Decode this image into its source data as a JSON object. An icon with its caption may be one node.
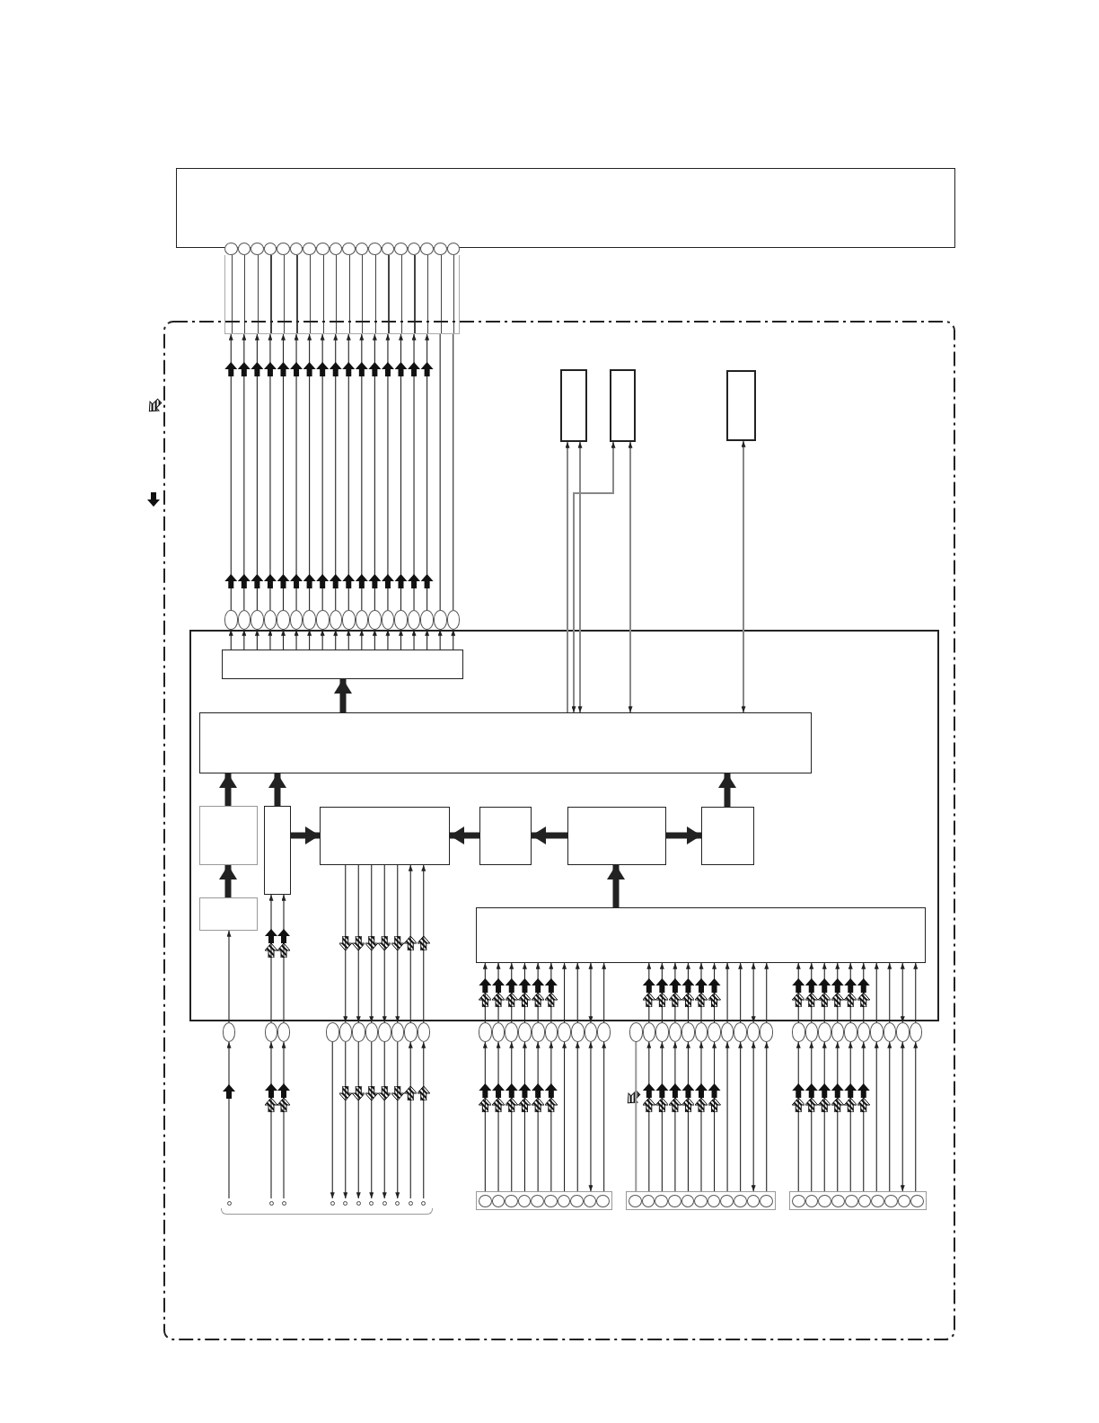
{
  "diagram": {
    "nodes": [
      {
        "text": [],
        "shape": "box"
      },
      {
        "text": [],
        "shape": "connector"
      },
      {
        "text": [],
        "shape": "frame"
      },
      {
        "text": [],
        "shape": "box",
        "in": 2
      },
      {
        "text": [],
        "shape": "box",
        "in": 2
      },
      {
        "text": [],
        "shape": "box",
        "in": 2
      },
      {
        "text": [],
        "shape": "connector",
        "in": 2
      },
      {
        "text": [],
        "shape": "box",
        "in": 2
      },
      {
        "text": [],
        "shape": "box",
        "in": 7
      },
      {
        "text": [],
        "shape": "box",
        "in": 7
      },
      {
        "text": [],
        "shape": "box",
        "in": 7
      },
      {
        "text": [],
        "shape": "box",
        "in": 7
      },
      {
        "text": [],
        "shape": "box",
        "in": 7
      },
      {
        "text": [],
        "shape": "box",
        "in": 7
      },
      {
        "text": [],
        "shape": "box",
        "in": 7
      },
      {
        "text": [],
        "shape": "box",
        "in": 7
      },
      {
        "text": [],
        "shape": "box",
        "in": 7
      },
      {
        "text": [],
        "shape": "box",
        "in": 7
      },
      {
        "text": [],
        "shape": "connector",
        "in": 2
      },
      {
        "text": [],
        "shape": "connector",
        "in": 2
      },
      {
        "text": [],
        "shape": "connector",
        "in": 2
      },
      {
        "text": [],
        "shape": "connector",
        "in": 2
      },
      {
        "text": [],
        "shape": "connector",
        "in": 2
      },
      {
        "text": [],
        "shape": "connector",
        "in": 2
      },
      {
        "text": [],
        "shape": "connector",
        "in": 2
      },
      {
        "text": [],
        "shape": "connector",
        "in": 2
      },
      {
        "text": [],
        "shape": "connector",
        "in": 2
      },
      {
        "text": [],
        "shape": "connector",
        "in": 2
      }
    ],
    "edges": [
      {
        "from": 6,
        "to": 1,
        "arrow": "to"
      },
      {
        "from": 6,
        "to": 1,
        "arrow": "to"
      },
      {
        "from": 6,
        "to": 1,
        "arrow": "to"
      },
      {
        "from": 6,
        "to": 1,
        "arrow": "to"
      },
      {
        "from": 6,
        "to": 1,
        "arrow": "to"
      },
      {
        "from": 6,
        "to": 1,
        "arrow": "to"
      },
      {
        "from": 6,
        "to": 1,
        "arrow": "to"
      },
      {
        "from": 6,
        "to": 1,
        "arrow": "to"
      },
      {
        "from": 6,
        "to": 1,
        "arrow": "to"
      },
      {
        "from": 6,
        "to": 1,
        "arrow": "to"
      },
      {
        "from": 6,
        "to": 1,
        "arrow": "to"
      },
      {
        "from": 6,
        "to": 1,
        "arrow": "to"
      },
      {
        "from": 6,
        "to": 1,
        "arrow": "to"
      },
      {
        "from": 6,
        "to": 1,
        "arrow": "to"
      },
      {
        "from": 6,
        "to": 1,
        "arrow": "to"
      },
      {
        "from": 6,
        "to": 1,
        "arrow": "to"
      },
      {
        "from": 1,
        "to": 6,
        "arrow": "none"
      },
      {
        "from": 1,
        "to": 6,
        "arrow": "none"
      },
      {
        "from": 8,
        "to": 6,
        "arrow": "to"
      },
      {
        "from": 8,
        "to": 6,
        "arrow": "to"
      },
      {
        "from": 8,
        "to": 6,
        "arrow": "to"
      },
      {
        "from": 8,
        "to": 6,
        "arrow": "to"
      },
      {
        "from": 8,
        "to": 6,
        "arrow": "to"
      },
      {
        "from": 8,
        "to": 6,
        "arrow": "to"
      },
      {
        "from": 8,
        "to": 6,
        "arrow": "to"
      },
      {
        "from": 8,
        "to": 6,
        "arrow": "to"
      },
      {
        "from": 8,
        "to": 6,
        "arrow": "to"
      },
      {
        "from": 8,
        "to": 6,
        "arrow": "to"
      },
      {
        "from": 8,
        "to": 6,
        "arrow": "to"
      },
      {
        "from": 8,
        "to": 6,
        "arrow": "to"
      },
      {
        "from": 8,
        "to": 6,
        "arrow": "to"
      },
      {
        "from": 8,
        "to": 6,
        "arrow": "to"
      },
      {
        "from": 8,
        "to": 6,
        "arrow": "to"
      },
      {
        "from": 8,
        "to": 6,
        "arrow": "to"
      },
      {
        "from": 8,
        "to": 6,
        "arrow": "to"
      },
      {
        "from": 8,
        "to": 6,
        "arrow": "to"
      },
      {
        "from": 9,
        "to": 3,
        "arrow": "to",
        "color": "#888888"
      },
      {
        "from": 9,
        "to": 3,
        "arrow": "both",
        "color": "#888888"
      },
      {
        "from": 9,
        "to": 4,
        "arrow": "both",
        "color": "#888888"
      },
      {
        "from": 9,
        "to": 4,
        "arrow": "both",
        "color": "#888888"
      },
      {
        "from": 9,
        "to": 5,
        "arrow": "both",
        "color": "#888888"
      },
      {
        "from": 9,
        "to": 8,
        "arrow": "to",
        "style": "thick"
      },
      {
        "from": 10,
        "to": 9,
        "arrow": "to",
        "style": "thick"
      },
      {
        "from": 11,
        "to": 9,
        "arrow": "to",
        "style": "thick"
      },
      {
        "from": 15,
        "to": 9,
        "arrow": "to",
        "style": "thick"
      },
      {
        "from": 16,
        "to": 10,
        "arrow": "to",
        "style": "thick"
      },
      {
        "from": 11,
        "to": 12,
        "arrow": "to",
        "style": "thick"
      },
      {
        "from": 13,
        "to": 12,
        "arrow": "to",
        "style": "thick"
      },
      {
        "from": 14,
        "to": 13,
        "arrow": "to",
        "style": "thick"
      },
      {
        "from": 14,
        "to": 15,
        "arrow": "to",
        "style": "thick"
      },
      {
        "from": 17,
        "to": 14,
        "arrow": "to",
        "style": "thick"
      },
      {
        "from": 18,
        "to": 16,
        "arrow": "to"
      },
      {
        "from": 24,
        "to": 18,
        "arrow": "to"
      },
      {
        "from": 19,
        "to": 11,
        "arrow": "to"
      },
      {
        "from": 19,
        "to": 11,
        "arrow": "to"
      },
      {
        "from": 24,
        "to": 19,
        "arrow": "to"
      },
      {
        "from": 24,
        "to": 19,
        "arrow": "to"
      },
      {
        "from": 12,
        "to": 20,
        "arrow": "to"
      },
      {
        "from": 12,
        "to": 20,
        "arrow": "to"
      },
      {
        "from": 12,
        "to": 20,
        "arrow": "to"
      },
      {
        "from": 12,
        "to": 20,
        "arrow": "to"
      },
      {
        "from": 12,
        "to": 20,
        "arrow": "to"
      },
      {
        "from": 20,
        "to": 12,
        "arrow": "to"
      },
      {
        "from": 20,
        "to": 12,
        "arrow": "to"
      },
      {
        "from": 20,
        "to": 24,
        "arrow": "to"
      },
      {
        "from": 20,
        "to": 24,
        "arrow": "to"
      },
      {
        "from": 20,
        "to": 24,
        "arrow": "to"
      },
      {
        "from": 20,
        "to": 24,
        "arrow": "to"
      },
      {
        "from": 20,
        "to": 24,
        "arrow": "to"
      },
      {
        "from": 20,
        "to": 24,
        "arrow": "to"
      },
      {
        "from": 24,
        "to": 20,
        "arrow": "to"
      },
      {
        "from": 24,
        "to": 20,
        "arrow": "to"
      },
      {
        "from": 21,
        "to": 17,
        "arrow": "to"
      },
      {
        "from": 21,
        "to": 17,
        "arrow": "to"
      },
      {
        "from": 21,
        "to": 17,
        "arrow": "to"
      },
      {
        "from": 21,
        "to": 17,
        "arrow": "to"
      },
      {
        "from": 21,
        "to": 17,
        "arrow": "to"
      },
      {
        "from": 21,
        "to": 17,
        "arrow": "to"
      },
      {
        "from": 21,
        "to": 17,
        "arrow": "to"
      },
      {
        "from": 21,
        "to": 17,
        "arrow": "to"
      },
      {
        "from": 21,
        "to": 17,
        "arrow": "both"
      },
      {
        "from": 21,
        "to": 17,
        "arrow": "to"
      },
      {
        "from": 25,
        "to": 21,
        "arrow": "to"
      },
      {
        "from": 25,
        "to": 21,
        "arrow": "to"
      },
      {
        "from": 25,
        "to": 21,
        "arrow": "to"
      },
      {
        "from": 25,
        "to": 21,
        "arrow": "to"
      },
      {
        "from": 25,
        "to": 21,
        "arrow": "to"
      },
      {
        "from": 25,
        "to": 21,
        "arrow": "to"
      },
      {
        "from": 25,
        "to": 21,
        "arrow": "to"
      },
      {
        "from": 25,
        "to": 21,
        "arrow": "to"
      },
      {
        "from": 25,
        "to": 21,
        "arrow": "both"
      },
      {
        "from": 25,
        "to": 21,
        "arrow": "to"
      },
      {
        "from": 22,
        "to": 17,
        "arrow": "to"
      },
      {
        "from": 22,
        "to": 17,
        "arrow": "to"
      },
      {
        "from": 22,
        "to": 17,
        "arrow": "to"
      },
      {
        "from": 22,
        "to": 17,
        "arrow": "to"
      },
      {
        "from": 22,
        "to": 17,
        "arrow": "to"
      },
      {
        "from": 22,
        "to": 17,
        "arrow": "to"
      },
      {
        "from": 22,
        "to": 17,
        "arrow": "to"
      },
      {
        "from": 22,
        "to": 17,
        "arrow": "to"
      },
      {
        "from": 22,
        "to": 17,
        "arrow": "both"
      },
      {
        "from": 22,
        "to": 17,
        "arrow": "to"
      },
      {
        "from": 22,
        "to": 26,
        "arrow": "none",
        "color": "#999999"
      },
      {
        "from": 26,
        "to": 22,
        "arrow": "to"
      },
      {
        "from": 26,
        "to": 22,
        "arrow": "to"
      },
      {
        "from": 26,
        "to": 22,
        "arrow": "to"
      },
      {
        "from": 26,
        "to": 22,
        "arrow": "to"
      },
      {
        "from": 26,
        "to": 22,
        "arrow": "to"
      },
      {
        "from": 26,
        "to": 22,
        "arrow": "to"
      },
      {
        "from": 26,
        "to": 22,
        "arrow": "to"
      },
      {
        "from": 26,
        "to": 22,
        "arrow": "to"
      },
      {
        "from": 26,
        "to": 22,
        "arrow": "both"
      },
      {
        "from": 26,
        "to": 22,
        "arrow": "to"
      },
      {
        "from": 23,
        "to": 17,
        "arrow": "to"
      },
      {
        "from": 23,
        "to": 17,
        "arrow": "to"
      },
      {
        "from": 23,
        "to": 17,
        "arrow": "to"
      },
      {
        "from": 23,
        "to": 17,
        "arrow": "to"
      },
      {
        "from": 23,
        "to": 17,
        "arrow": "to"
      },
      {
        "from": 23,
        "to": 17,
        "arrow": "to"
      },
      {
        "from": 23,
        "to": 17,
        "arrow": "to"
      },
      {
        "from": 23,
        "to": 17,
        "arrow": "to"
      },
      {
        "from": 23,
        "to": 17,
        "arrow": "both"
      },
      {
        "from": 23,
        "to": 17,
        "arrow": "to"
      },
      {
        "from": 27,
        "to": 23,
        "arrow": "to"
      },
      {
        "from": 27,
        "to": 23,
        "arrow": "to"
      },
      {
        "from": 27,
        "to": 23,
        "arrow": "to"
      },
      {
        "from": 27,
        "to": 23,
        "arrow": "to"
      },
      {
        "from": 27,
        "to": 23,
        "arrow": "to"
      },
      {
        "from": 27,
        "to": 23,
        "arrow": "to"
      },
      {
        "from": 27,
        "to": 23,
        "arrow": "to"
      },
      {
        "from": 27,
        "to": 23,
        "arrow": "to"
      },
      {
        "from": 27,
        "to": 23,
        "arrow": "both"
      },
      {
        "from": 27,
        "to": 23,
        "arrow": "to"
      }
    ]
  }
}
